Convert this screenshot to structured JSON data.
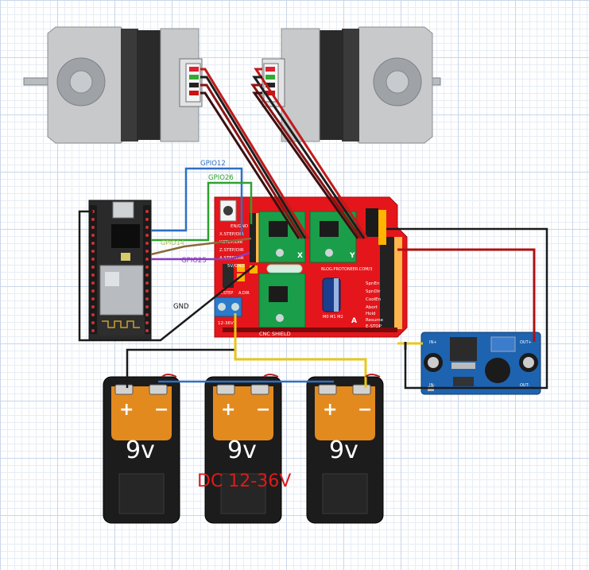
{
  "wire_labels": {
    "gpio12": "GPIO12",
    "gpio26": "GPIO26",
    "gpio14": "GPIO14",
    "gpio25": "GPIO25",
    "gnd": "GND"
  },
  "cnc_shield": {
    "title": "CNC SHIELD",
    "url": "BLOG.PROTONEER.COM/3",
    "axis_x": "X",
    "axis_y": "Y",
    "axis_a": "A",
    "pin_labels": [
      "EN/GND",
      "X.STEP/DIR",
      "Y.STEP/DIR",
      "Z.STEP/DIR",
      "A.STEP/DIR",
      "5V/GND"
    ],
    "right_labels": [
      "SpnEn",
      "SpnDir",
      "CoolEn",
      "Abort",
      "Hold",
      "Resume",
      "E-STOP"
    ],
    "power_label": "12-36V",
    "a_step": "A.STEP",
    "a_dir": "A.DIR",
    "mode_pins": "M0 M1 M2"
  },
  "batteries": [
    {
      "plus": "+",
      "minus": "−",
      "voltage": "9v"
    },
    {
      "plus": "+",
      "minus": "−",
      "voltage": "9v"
    },
    {
      "plus": "+",
      "minus": "−",
      "voltage": "9v"
    }
  ],
  "supply_label": "DC 12-36V",
  "buck_module": {
    "in_plus": "IN+",
    "in_minus": "IN-",
    "out_plus": "OUT+",
    "out_minus": "OUT-"
  },
  "colors": {
    "gpio12_wire": "#2f6fc4",
    "gpio26_wire": "#2ea12e",
    "gpio14_wire": "#8a6a3a",
    "gpio25_wire": "#8e3bbf",
    "gnd_wire": "#1a1a1a",
    "power_wire": "#b01010",
    "vin_wire": "#e8c81a",
    "battery_link": "#2f6fc4",
    "shield_red": "#e4161b",
    "buck_blue": "#1e63b0",
    "supply_label": "#e01a1a"
  }
}
